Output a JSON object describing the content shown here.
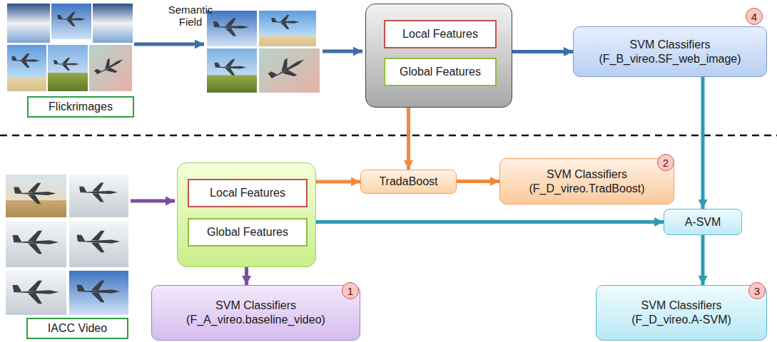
{
  "diagram": {
    "nodes": [
      {
        "text": [
          "Flickrimages"
        ]
      },
      {
        "text": []
      },
      {
        "text": [
          "Local Features"
        ],
        "in": 1
      },
      {
        "text": [
          "Global Features"
        ],
        "in": 1
      },
      {
        "text": [
          "SVM Classifiers",
          "(F_B_vireo.SF_web_image)"
        ]
      },
      {
        "text": [
          "IACC Video"
        ]
      },
      {
        "text": []
      },
      {
        "text": [
          "Local Features"
        ],
        "in": 6
      },
      {
        "text": [
          "Global Features"
        ],
        "in": 6
      },
      {
        "text": [
          "TradaBoost"
        ]
      },
      {
        "text": [
          "SVM Classifiers",
          "(F_D_vireo.TradBoost)"
        ]
      },
      {
        "text": [
          "A-SVM"
        ]
      },
      {
        "text": [
          "SVM Classifiers",
          "(F_A_vireo.baseline_video)"
        ]
      },
      {
        "text": [
          "SVM Classifiers",
          "(F_D_vireo.A-SVM)"
        ]
      }
    ],
    "edges": [
      {
        "from": 1,
        "to": 4,
        "arrow": "to"
      },
      {
        "from": 1,
        "to": 9,
        "arrow": "to"
      },
      {
        "from": 6,
        "to": 9,
        "arrow": "to"
      },
      {
        "from": 9,
        "to": 10,
        "arrow": "to"
      },
      {
        "from": 4,
        "to": 11,
        "arrow": "to"
      },
      {
        "from": 8,
        "to": 11,
        "arrow": "to"
      },
      {
        "from": 6,
        "to": 12,
        "arrow": "to"
      },
      {
        "from": 11,
        "to": 13,
        "arrow": "to"
      }
    ],
    "labels": [
      "Semantic Field",
      "4",
      "2",
      "1",
      "3"
    ]
  }
}
